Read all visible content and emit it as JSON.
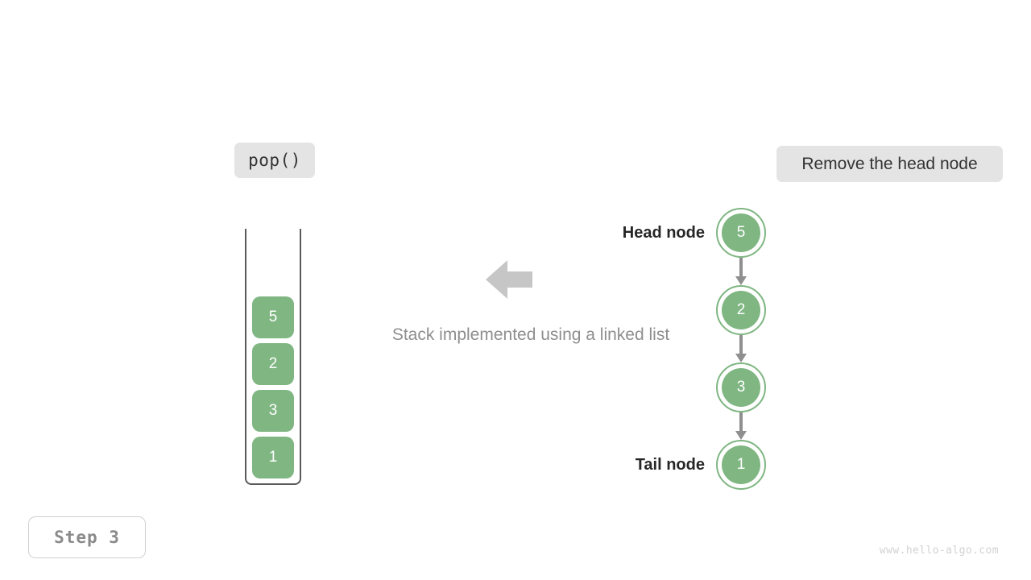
{
  "operation_badge": {
    "label": "pop()"
  },
  "action_badge": {
    "label": "Remove the head node"
  },
  "step_box": {
    "label": "Step 3"
  },
  "watermark": {
    "text": "www.hello-algo.com"
  },
  "caption": {
    "text": "Stack implemented using a linked list"
  },
  "stack": {
    "cells": [
      {
        "value": "5"
      },
      {
        "value": "2"
      },
      {
        "value": "3"
      },
      {
        "value": "1"
      }
    ]
  },
  "linked_list": {
    "head_label": "Head node",
    "tail_label": "Tail node",
    "nodes": [
      {
        "value": "5"
      },
      {
        "value": "2"
      },
      {
        "value": "3"
      },
      {
        "value": "1"
      }
    ]
  },
  "colors": {
    "node_green": "#7fb682",
    "badge_gray": "#e4e4e4",
    "arrow_gray": "#8f8f8f",
    "big_arrow_gray": "#c6c6c6",
    "caption_gray": "#8e8e8e",
    "frame_gray": "#5a5a5a"
  }
}
